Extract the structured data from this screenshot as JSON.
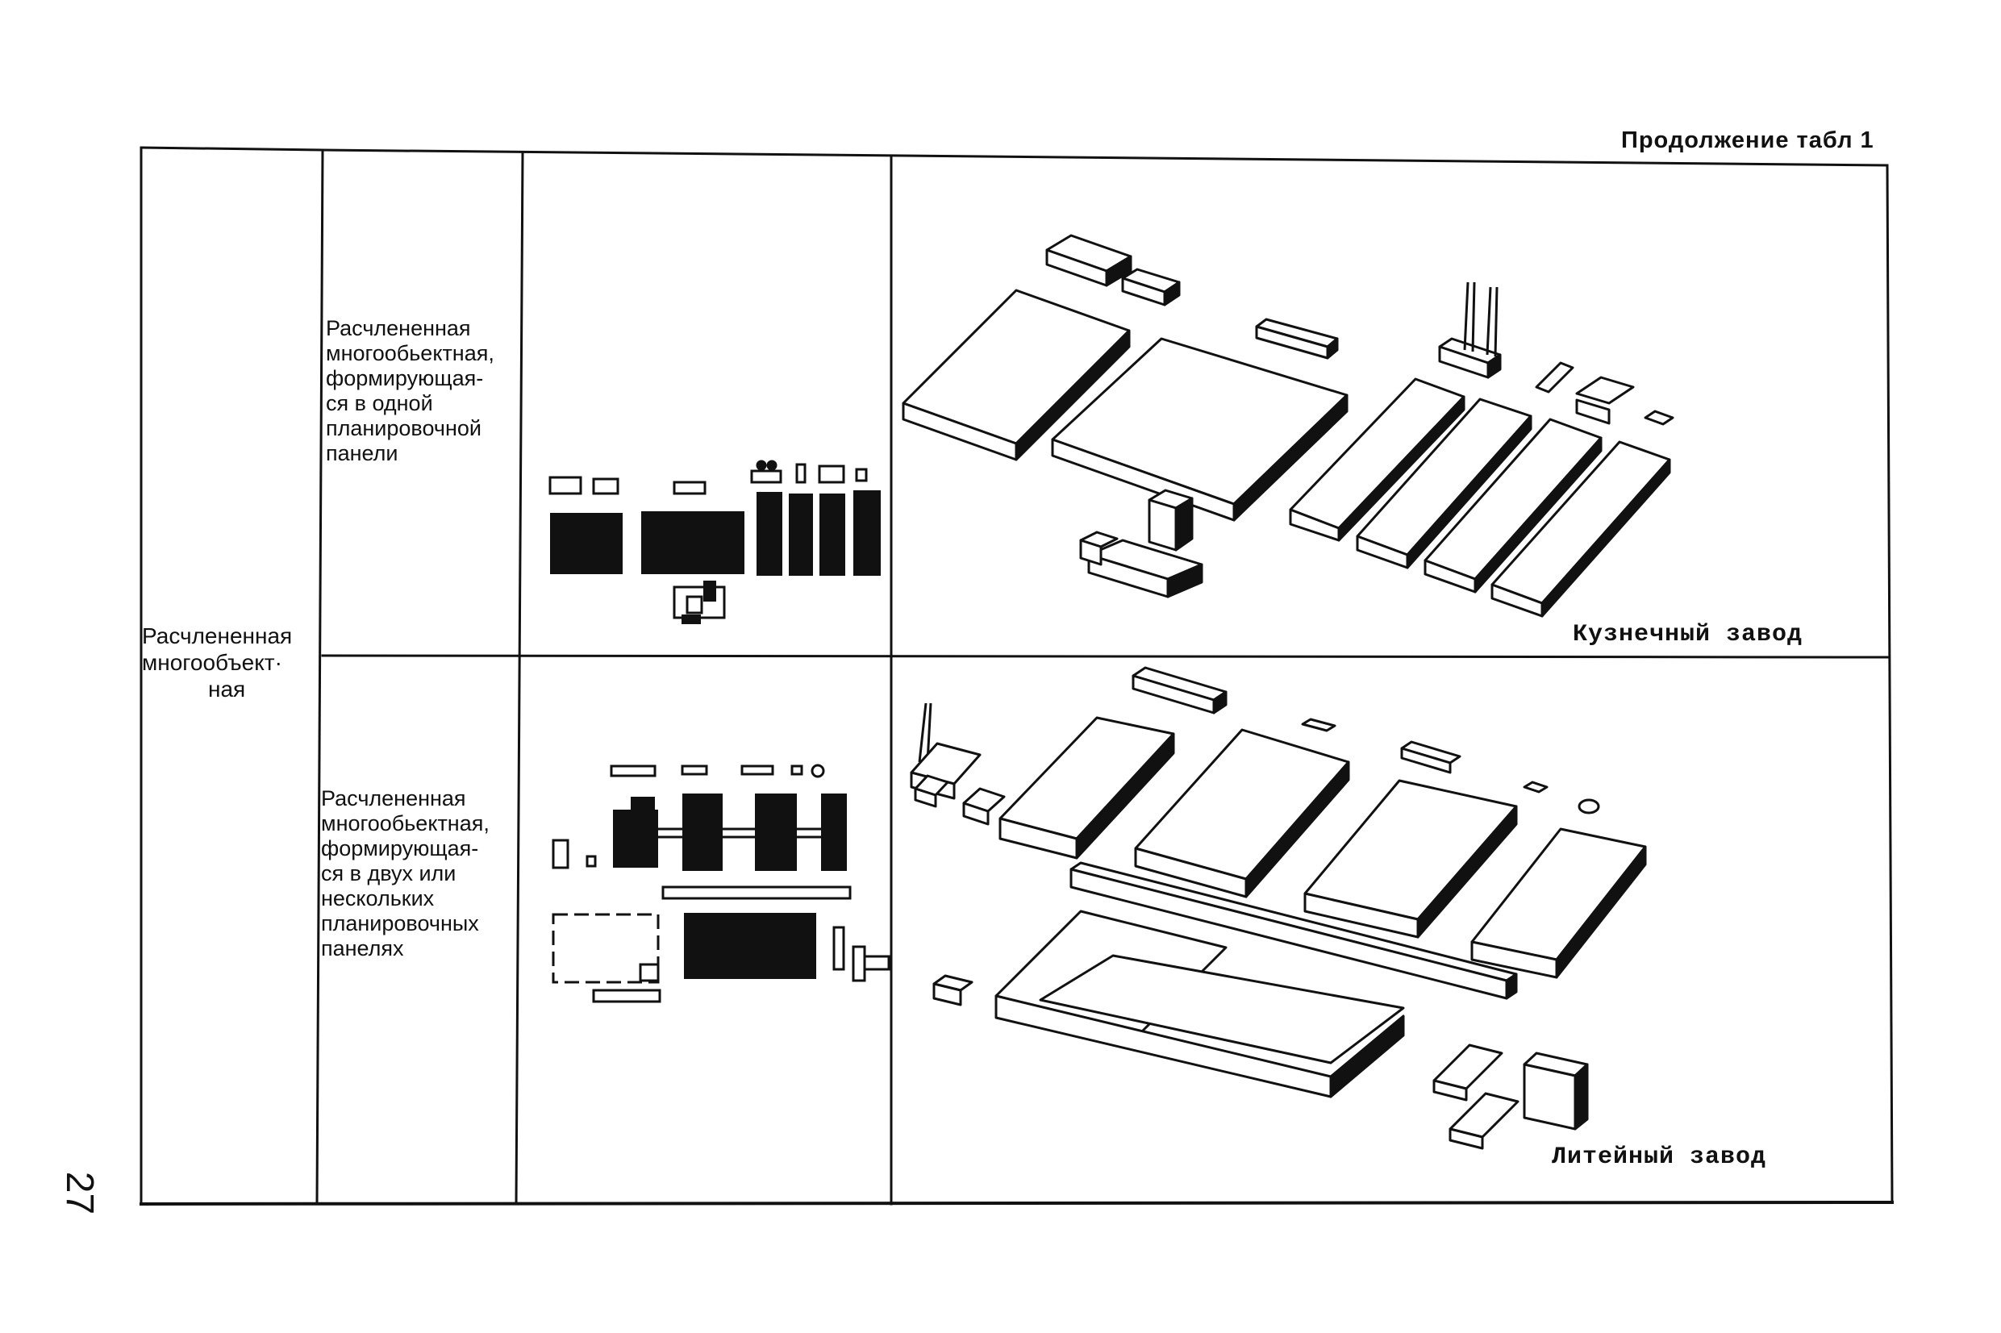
{
  "header": {
    "continuation": "Продолжение табл 1"
  },
  "page_number": "27",
  "table": {
    "classification": [
      "Расчлененная",
      "многообъект·",
      "ная"
    ],
    "rows": [
      {
        "description": "Расчлененная\nмногообьектная,\nформирующая-\nся в одной\nпланировочной\nпанели",
        "caption": "Кузнечный завод"
      },
      {
        "description": "Расчлененная\nмногообьектная,\nформирующая-\nся в двух или\nнескольких\nпланировочных\nпанелях",
        "caption": "Литейный завод"
      }
    ]
  }
}
